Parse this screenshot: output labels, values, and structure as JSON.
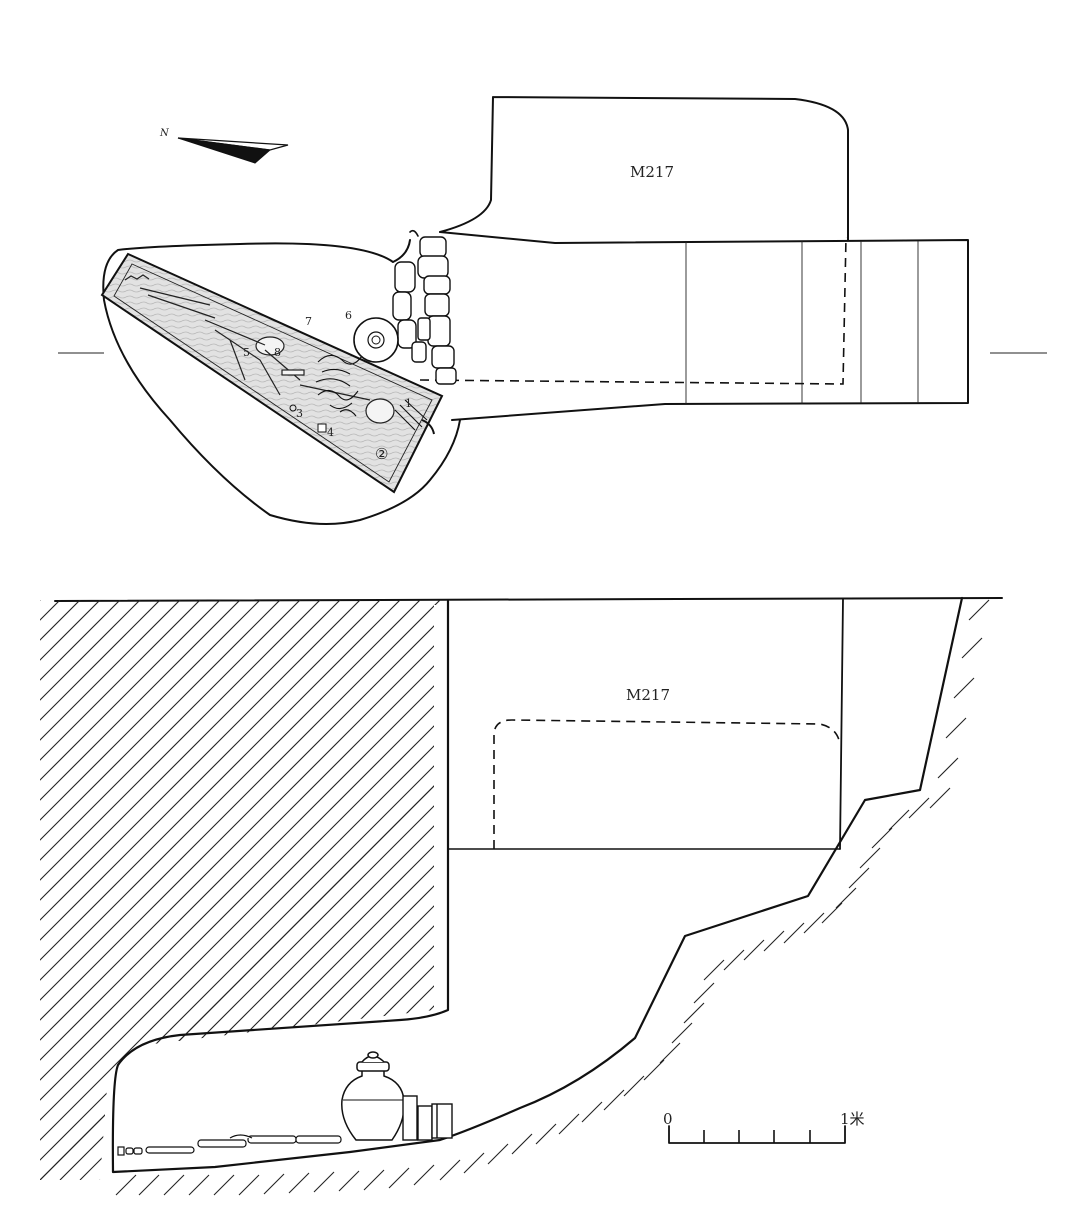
{
  "plan": {
    "tomb_label": "M217",
    "north_label": "N",
    "object_numbers": [
      "1",
      "②",
      "3",
      "4",
      "5",
      "6",
      "7",
      "8"
    ]
  },
  "section": {
    "tomb_label": "M217"
  },
  "scale_bar": {
    "start_label": "0",
    "end_label": "1米"
  },
  "colors": {
    "ink": "#111111",
    "coffin_fill": "#dcdcdc",
    "background": "#ffffff"
  }
}
